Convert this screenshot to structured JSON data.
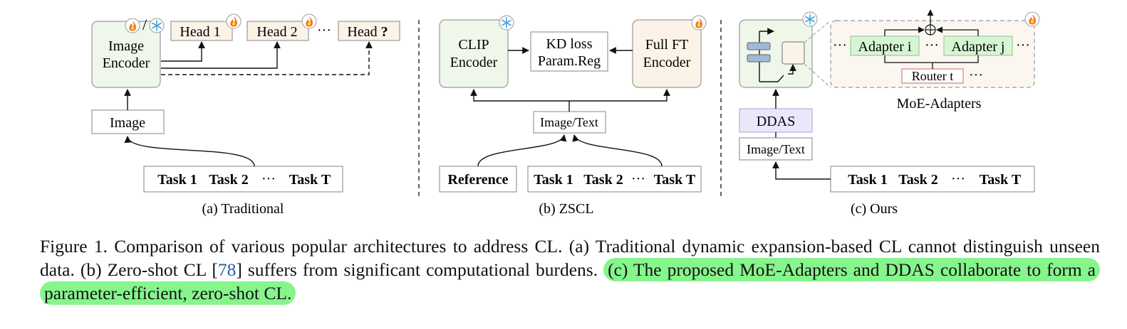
{
  "panel_a": {
    "encoder_line1": "Image",
    "encoder_line2": "Encoder",
    "slash": "/",
    "heads": [
      "Head 1",
      "Head 2"
    ],
    "head_ellipsis": "···",
    "head_unknown": "Head",
    "head_unknown_mark": "?",
    "image": "Image",
    "tasks": [
      "Task 1",
      "Task 2",
      "···",
      "Task T"
    ],
    "label": "(a) Traditional"
  },
  "panel_b": {
    "clip_line1": "CLIP",
    "clip_line2": "Encoder",
    "kd_line1": "KD loss",
    "kd_line2": "Param.Reg",
    "fullft_line1": "Full FT",
    "fullft_line2": "Encoder",
    "input": "Image/Text",
    "reference": "Reference",
    "tasks": [
      "Task 1",
      "Task 2",
      "···",
      "Task T"
    ],
    "label": "(b) ZSCL"
  },
  "panel_c": {
    "ddas": "DDAS",
    "input": "Image/Text",
    "adapter_i": "Adapter i",
    "adapter_j": "Adapter j",
    "router": "Router t",
    "ellipsis": "···",
    "moe_label": "MoE-Adapters",
    "tasks": [
      "Task 1",
      "Task 2",
      "···",
      "Task T"
    ],
    "label": "(c) Ours"
  },
  "icons": {
    "trainable": "flame-icon",
    "frozen": "snowflake-icon"
  },
  "colors": {
    "encoder_green_fill": "#eef7ea",
    "encoder_beige_fill": "#fbf3e8",
    "ddas_purple_fill": "#ece6fb",
    "adapter_green_fill": "#d7f5d3",
    "router_pink_border": "#e79aa8",
    "highlight": "#86f58c",
    "citation_blue": "#2b5ea7"
  },
  "caption": {
    "lead": "Figure 1.  Comparison of various popular architectures to address CL. (a) Traditional dynamic expansion-based CL cannot distinguish unseen data. (b) Zero-shot CL [",
    "cite": "78",
    "middle": "] suffers from significant computational burdens. ",
    "highlight": "(c) The proposed MoE-Adapters and DDAS collaborate to form a parameter-efficient, zero-shot CL."
  }
}
